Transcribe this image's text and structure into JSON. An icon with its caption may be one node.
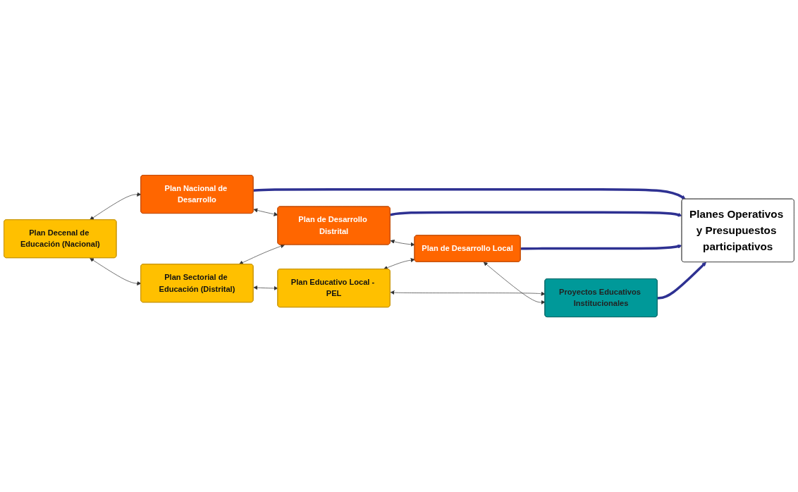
{
  "diagram": {
    "nodes": [
      {
        "text": [
          "Plan Decenal de Educación (Nacional)"
        ]
      },
      {
        "text": [
          "Plan Nacional de Desarrollo"
        ]
      },
      {
        "text": [
          "Plan Sectorial de Educación (Distrital)"
        ]
      },
      {
        "text": [
          "Plan de Desarrollo Distrital"
        ]
      },
      {
        "text": [
          "Planes Operativos y Presupuestos participativos"
        ]
      },
      {
        "text": [
          "Plan Educativo Local - PEL"
        ]
      },
      {
        "text": [
          "Plan de Desarrollo Local"
        ]
      },
      {
        "text": [
          "Proyectos Educativos Institucionales"
        ]
      }
    ],
    "edges": [
      {
        "from": 0,
        "to": 1,
        "arrow": "both"
      },
      {
        "from": 0,
        "to": 2,
        "arrow": "both"
      },
      {
        "from": 1,
        "to": 3,
        "arrow": "both"
      },
      {
        "from": 2,
        "to": 3,
        "arrow": "both"
      },
      {
        "from": 2,
        "to": 5,
        "arrow": "both"
      },
      {
        "from": 3,
        "to": 6,
        "arrow": "both"
      },
      {
        "from": 5,
        "to": 6,
        "arrow": "both"
      },
      {
        "from": 5,
        "to": 7,
        "arrow": "both"
      },
      {
        "from": 6,
        "to": 7,
        "arrow": "both"
      },
      {
        "from": 1,
        "to": 4,
        "arrow": "to",
        "style": "thick",
        "color": "#2e3192"
      },
      {
        "from": 3,
        "to": 4,
        "arrow": "to",
        "style": "thick",
        "color": "#2e3192"
      },
      {
        "from": 6,
        "to": 4,
        "arrow": "to",
        "style": "thick",
        "color": "#2e3192"
      },
      {
        "from": 7,
        "to": 4,
        "arrow": "to",
        "style": "thick",
        "color": "#2e3192"
      }
    ]
  }
}
